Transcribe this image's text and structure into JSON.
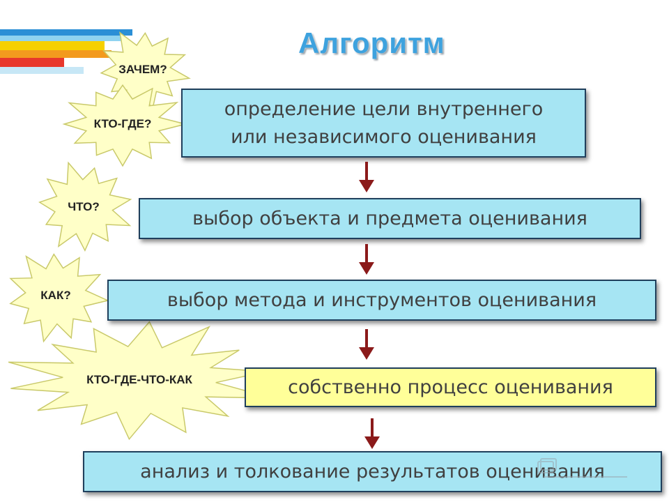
{
  "title": "Алгоритм",
  "colors": {
    "box_fill_cyan": "#a6e5f3",
    "box_fill_yellow": "#ffff99",
    "box_border": "#1f3f5c",
    "arrow": "#8b1a1a",
    "burst_fill": "#ffffc8",
    "burst_stroke": "#c9c96a",
    "title": "#3ea2de"
  },
  "steps": [
    {
      "line1": "определение цели внутреннего",
      "line2": "или независимого оценивания",
      "fill": "cyan"
    },
    {
      "line1": "выбор объекта и предмета оценивания",
      "fill": "cyan"
    },
    {
      "line1": "выбор метода и инструментов оценивания",
      "fill": "cyan"
    },
    {
      "line1": "собственно процесс оценивания",
      "fill": "yellow"
    },
    {
      "line1": "анализ и толкование результатов оценивания",
      "fill": "cyan"
    }
  ],
  "bursts": [
    {
      "label": "ЗАЧЕМ?"
    },
    {
      "label": "КТО-ГДЕ?"
    },
    {
      "label": "ЧТО?"
    },
    {
      "label": "КАК?"
    },
    {
      "label": "КТО-ГДЕ-ЧТО-КАК"
    }
  ]
}
